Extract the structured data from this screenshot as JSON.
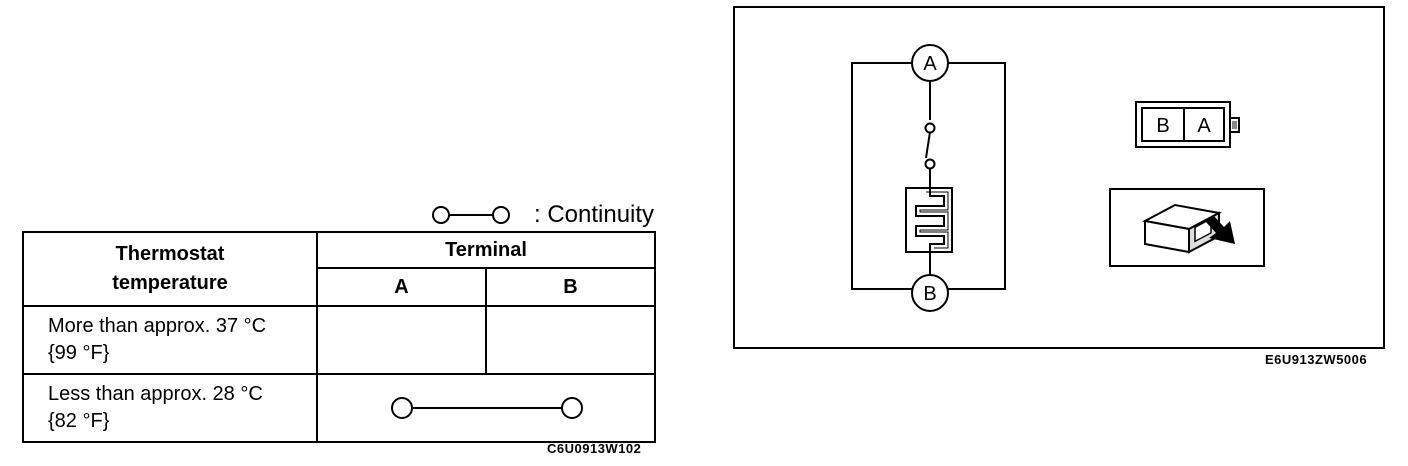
{
  "legend": {
    "label": ": Continuity"
  },
  "table": {
    "header": {
      "temperature": [
        "Thermostat",
        "temperature"
      ],
      "terminal": "Terminal",
      "col_a": "A",
      "col_b": "B"
    },
    "rows": [
      {
        "label": [
          "More than approx. 37 °C",
          "{99 °F}"
        ],
        "continuity": false
      },
      {
        "label": [
          "Less than approx. 28 °C",
          "{82 °F}"
        ],
        "continuity": true
      }
    ]
  },
  "codes": {
    "table": "C6U0913W102",
    "diagram": "E6U913ZW5006"
  },
  "diagram": {
    "terminal_top": "A",
    "terminal_bottom": "B",
    "connector_left": "B",
    "connector_right": "A"
  }
}
